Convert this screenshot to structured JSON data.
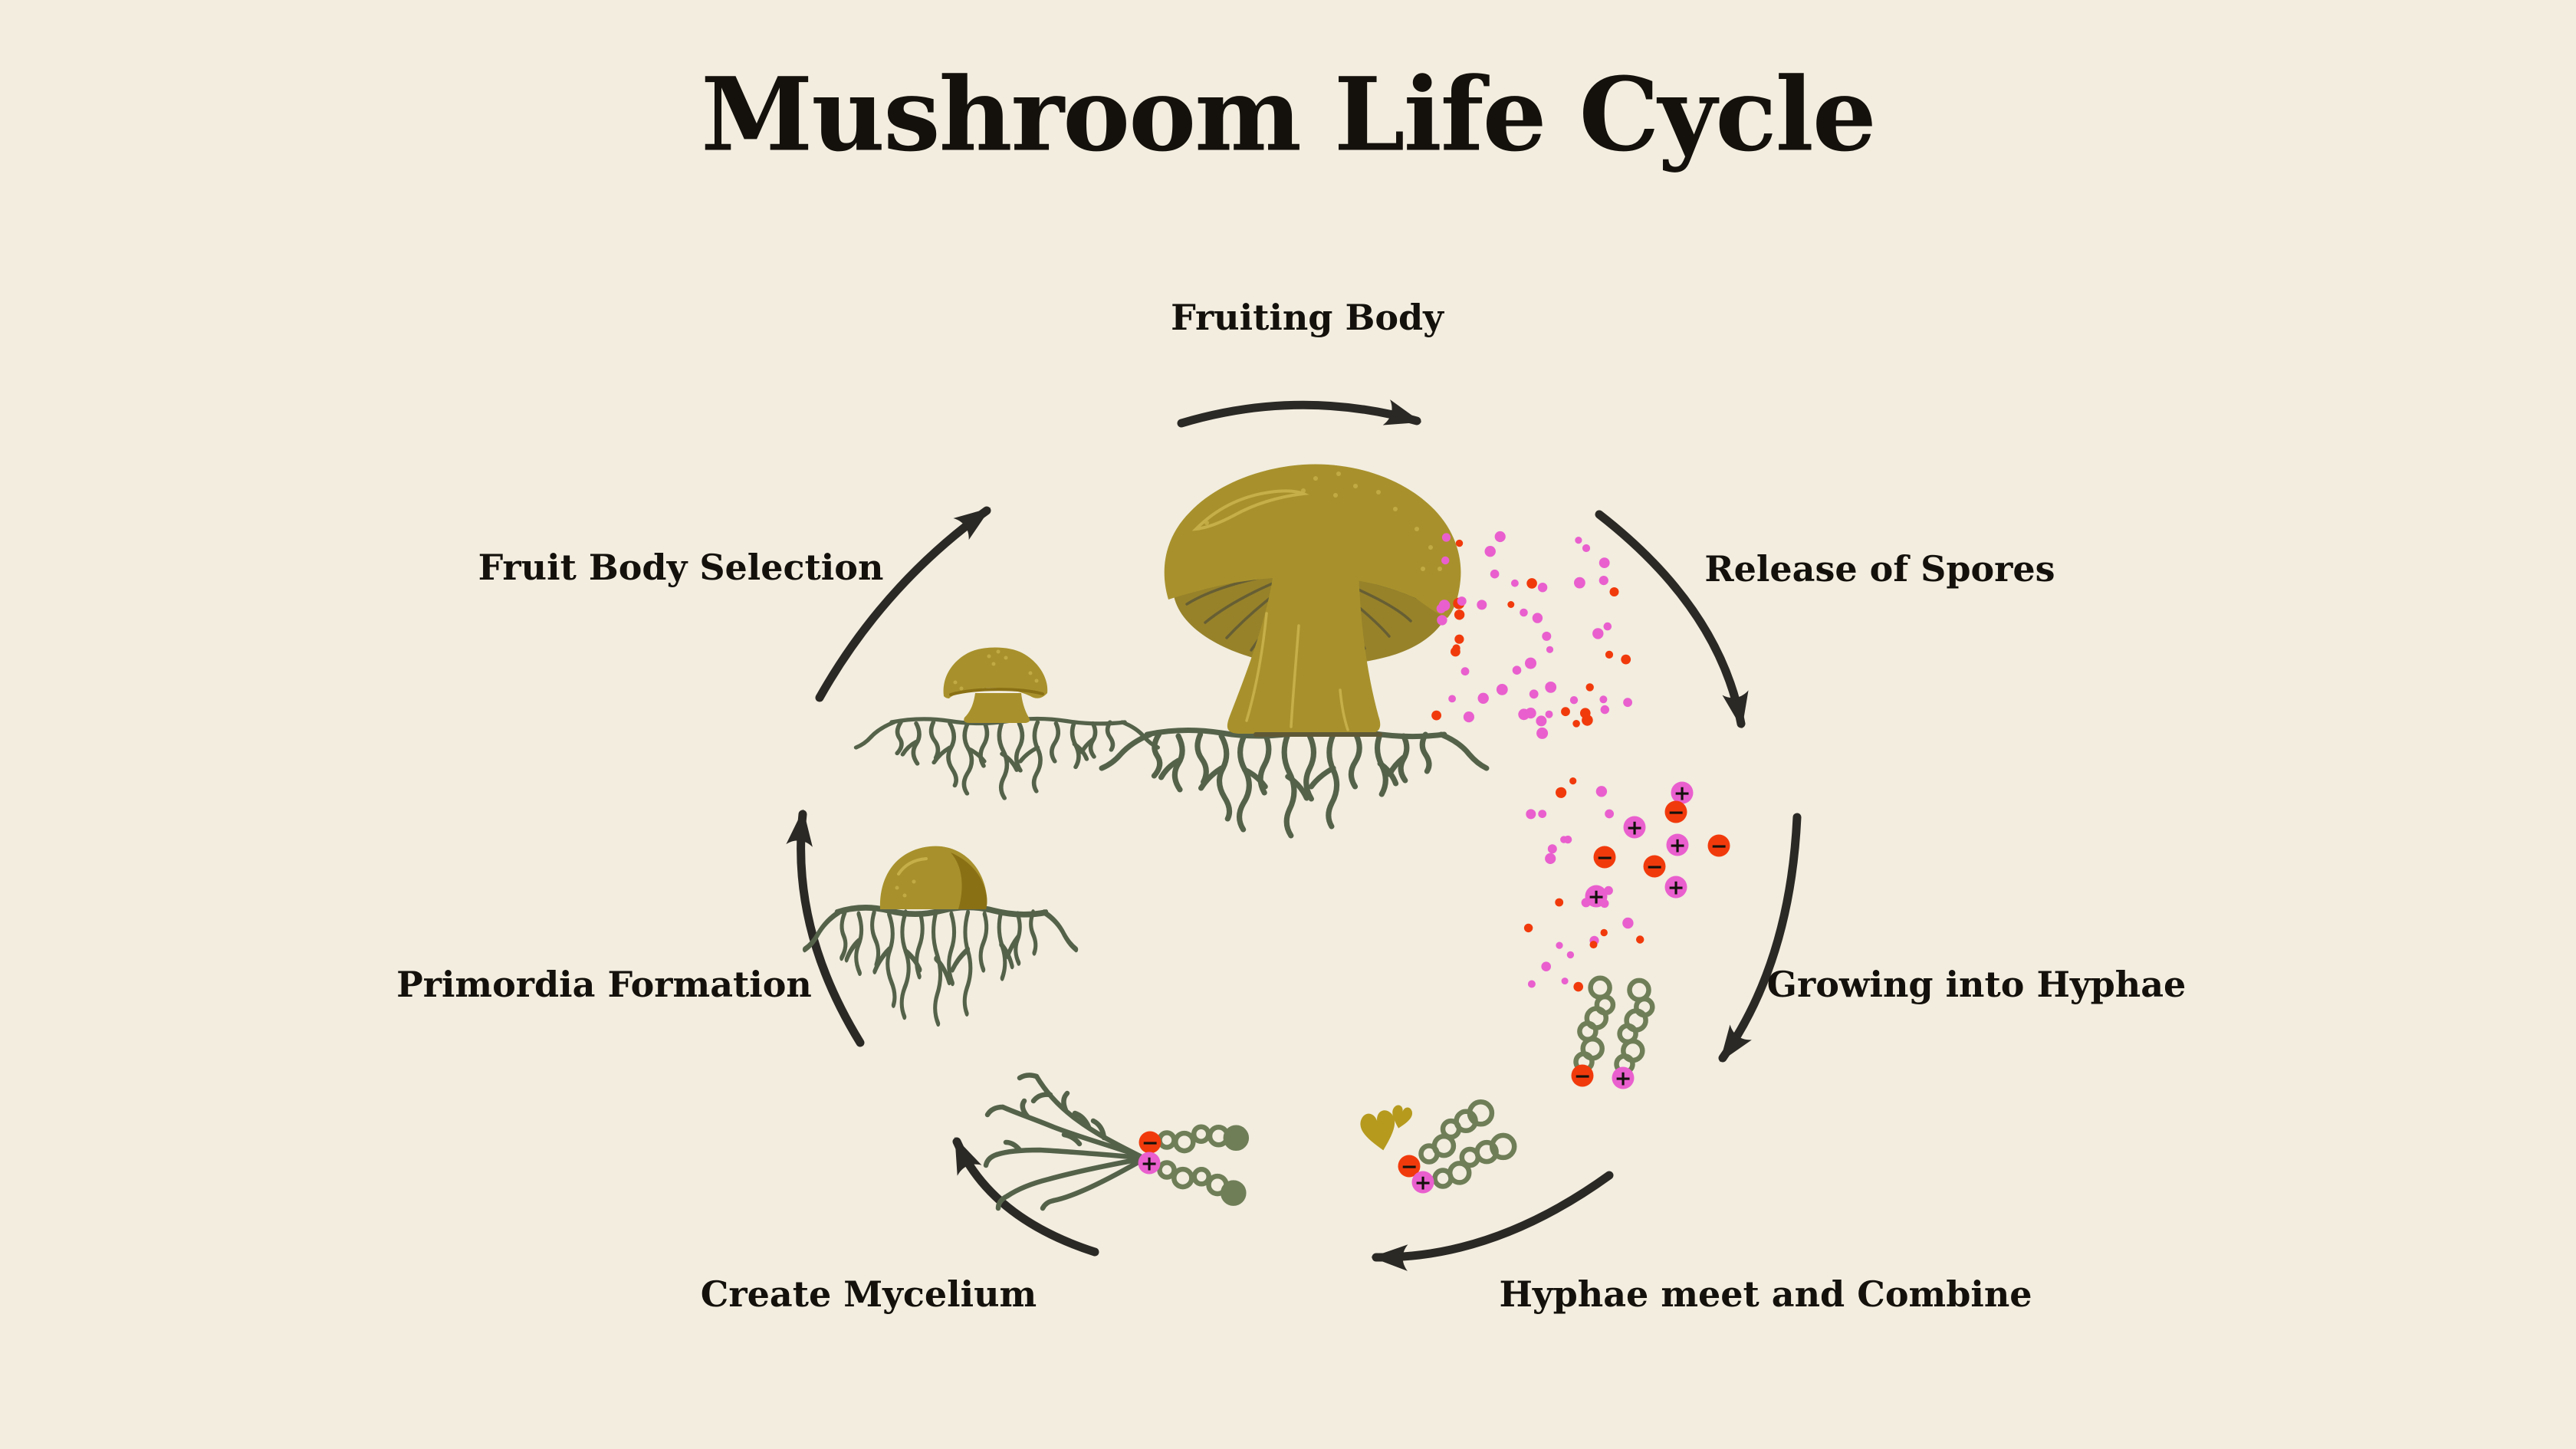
{
  "title": "Mushroom Life Cycle",
  "stages": [
    {
      "id": "fruiting-body",
      "label": "Fruiting Body"
    },
    {
      "id": "release-of-spores",
      "label": "Release of Spores"
    },
    {
      "id": "growing-into-hyphae",
      "label": "Growing into Hyphae"
    },
    {
      "id": "hyphae-meet-and-combine",
      "label": "Hyphae meet and Combine"
    },
    {
      "id": "create-mycelium",
      "label": "Create Mycelium"
    },
    {
      "id": "primordia-formation",
      "label": "Primordia Formation"
    },
    {
      "id": "fruit-body-selection",
      "label": "Fruit Body Selection"
    }
  ],
  "spore_symbols": {
    "positive": "+",
    "negative": "−"
  },
  "colors": {
    "background": "#f2eddf",
    "ink": "#14110c",
    "arrow": "#2b2925",
    "mushroom_cap": "#a8912c",
    "mushroom_gill": "#97822a",
    "primordium_shade": "#8a7015",
    "cap_highlight": "#c6ae48",
    "gill_vein": "#5e5836",
    "mycelium_root": "#55624a",
    "hypha_bead": "#6f7e57",
    "spore_positive_pink": "#e95fce",
    "spore_negative_red": "#f13a0c",
    "heart": "#b59a1e"
  }
}
